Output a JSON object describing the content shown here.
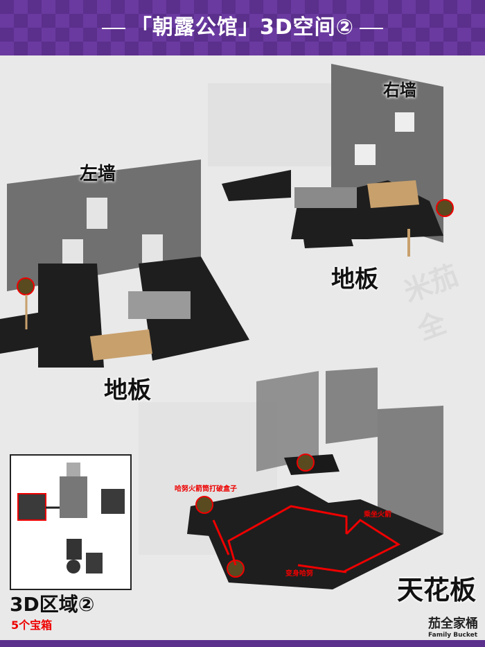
{
  "header": {
    "title": "「朝露公馆」3D空间②"
  },
  "labels": {
    "right_wall": "右墙",
    "left_wall": "左墙",
    "floor_top": "地板",
    "floor_left": "地板",
    "ceiling": "天花板"
  },
  "annotations": {
    "rocket_box": "哈努火箭筒打破盒子",
    "ride_rocket": "乘坐火箭",
    "transform": "变身哈努"
  },
  "minimap": {
    "region": "3D区域②",
    "chest_count": "5个宝箱"
  },
  "logo": {
    "text": "茄全家桶",
    "sub": "Family Bucket"
  },
  "watermark": "米茄全"
}
